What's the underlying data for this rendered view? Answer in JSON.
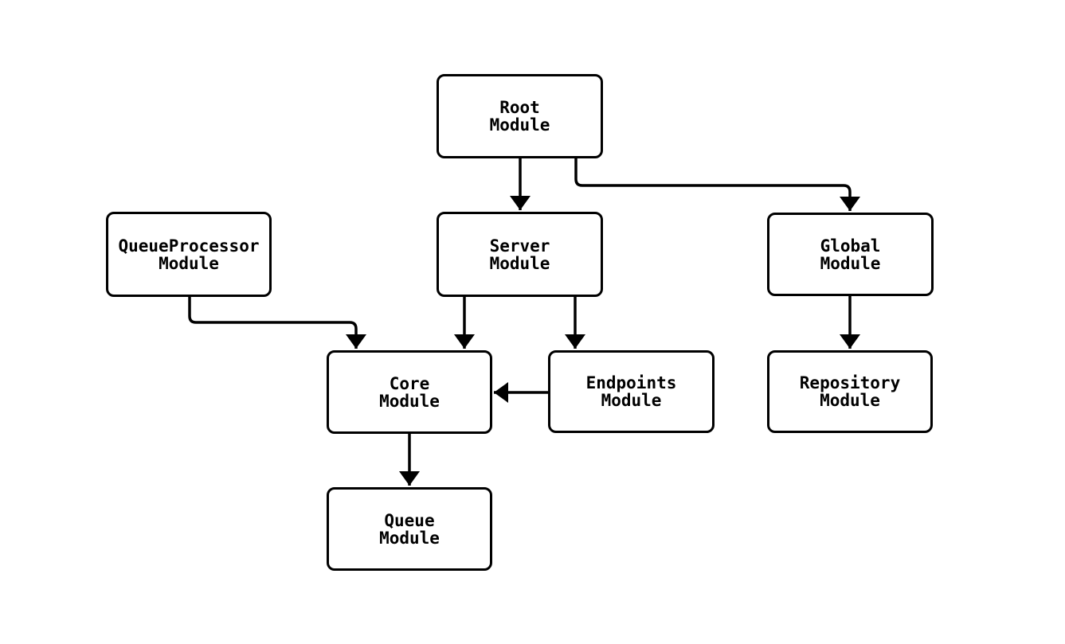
{
  "diagram": {
    "type": "module-dependency-graph",
    "colors": {
      "background": "#ffffff",
      "node_fill": "#ffffff",
      "node_stroke": "#000000",
      "edge_stroke": "#000000",
      "text": "#000000"
    },
    "nodes": [
      {
        "id": "root",
        "label": "Root\nModule"
      },
      {
        "id": "queueprocessor",
        "label": "QueueProcessor\nModule"
      },
      {
        "id": "server",
        "label": "Server\nModule"
      },
      {
        "id": "global",
        "label": "Global\nModule"
      },
      {
        "id": "core",
        "label": "Core\nModule"
      },
      {
        "id": "endpoints",
        "label": "Endpoints\nModule"
      },
      {
        "id": "repository",
        "label": "Repository\nModule"
      },
      {
        "id": "queue",
        "label": "Queue\nModule"
      }
    ],
    "edges": [
      {
        "from": "root",
        "to": "server"
      },
      {
        "from": "root",
        "to": "global"
      },
      {
        "from": "queueprocessor",
        "to": "core"
      },
      {
        "from": "server",
        "to": "core"
      },
      {
        "from": "server",
        "to": "endpoints"
      },
      {
        "from": "endpoints",
        "to": "core"
      },
      {
        "from": "global",
        "to": "repository"
      },
      {
        "from": "core",
        "to": "queue"
      }
    ]
  }
}
